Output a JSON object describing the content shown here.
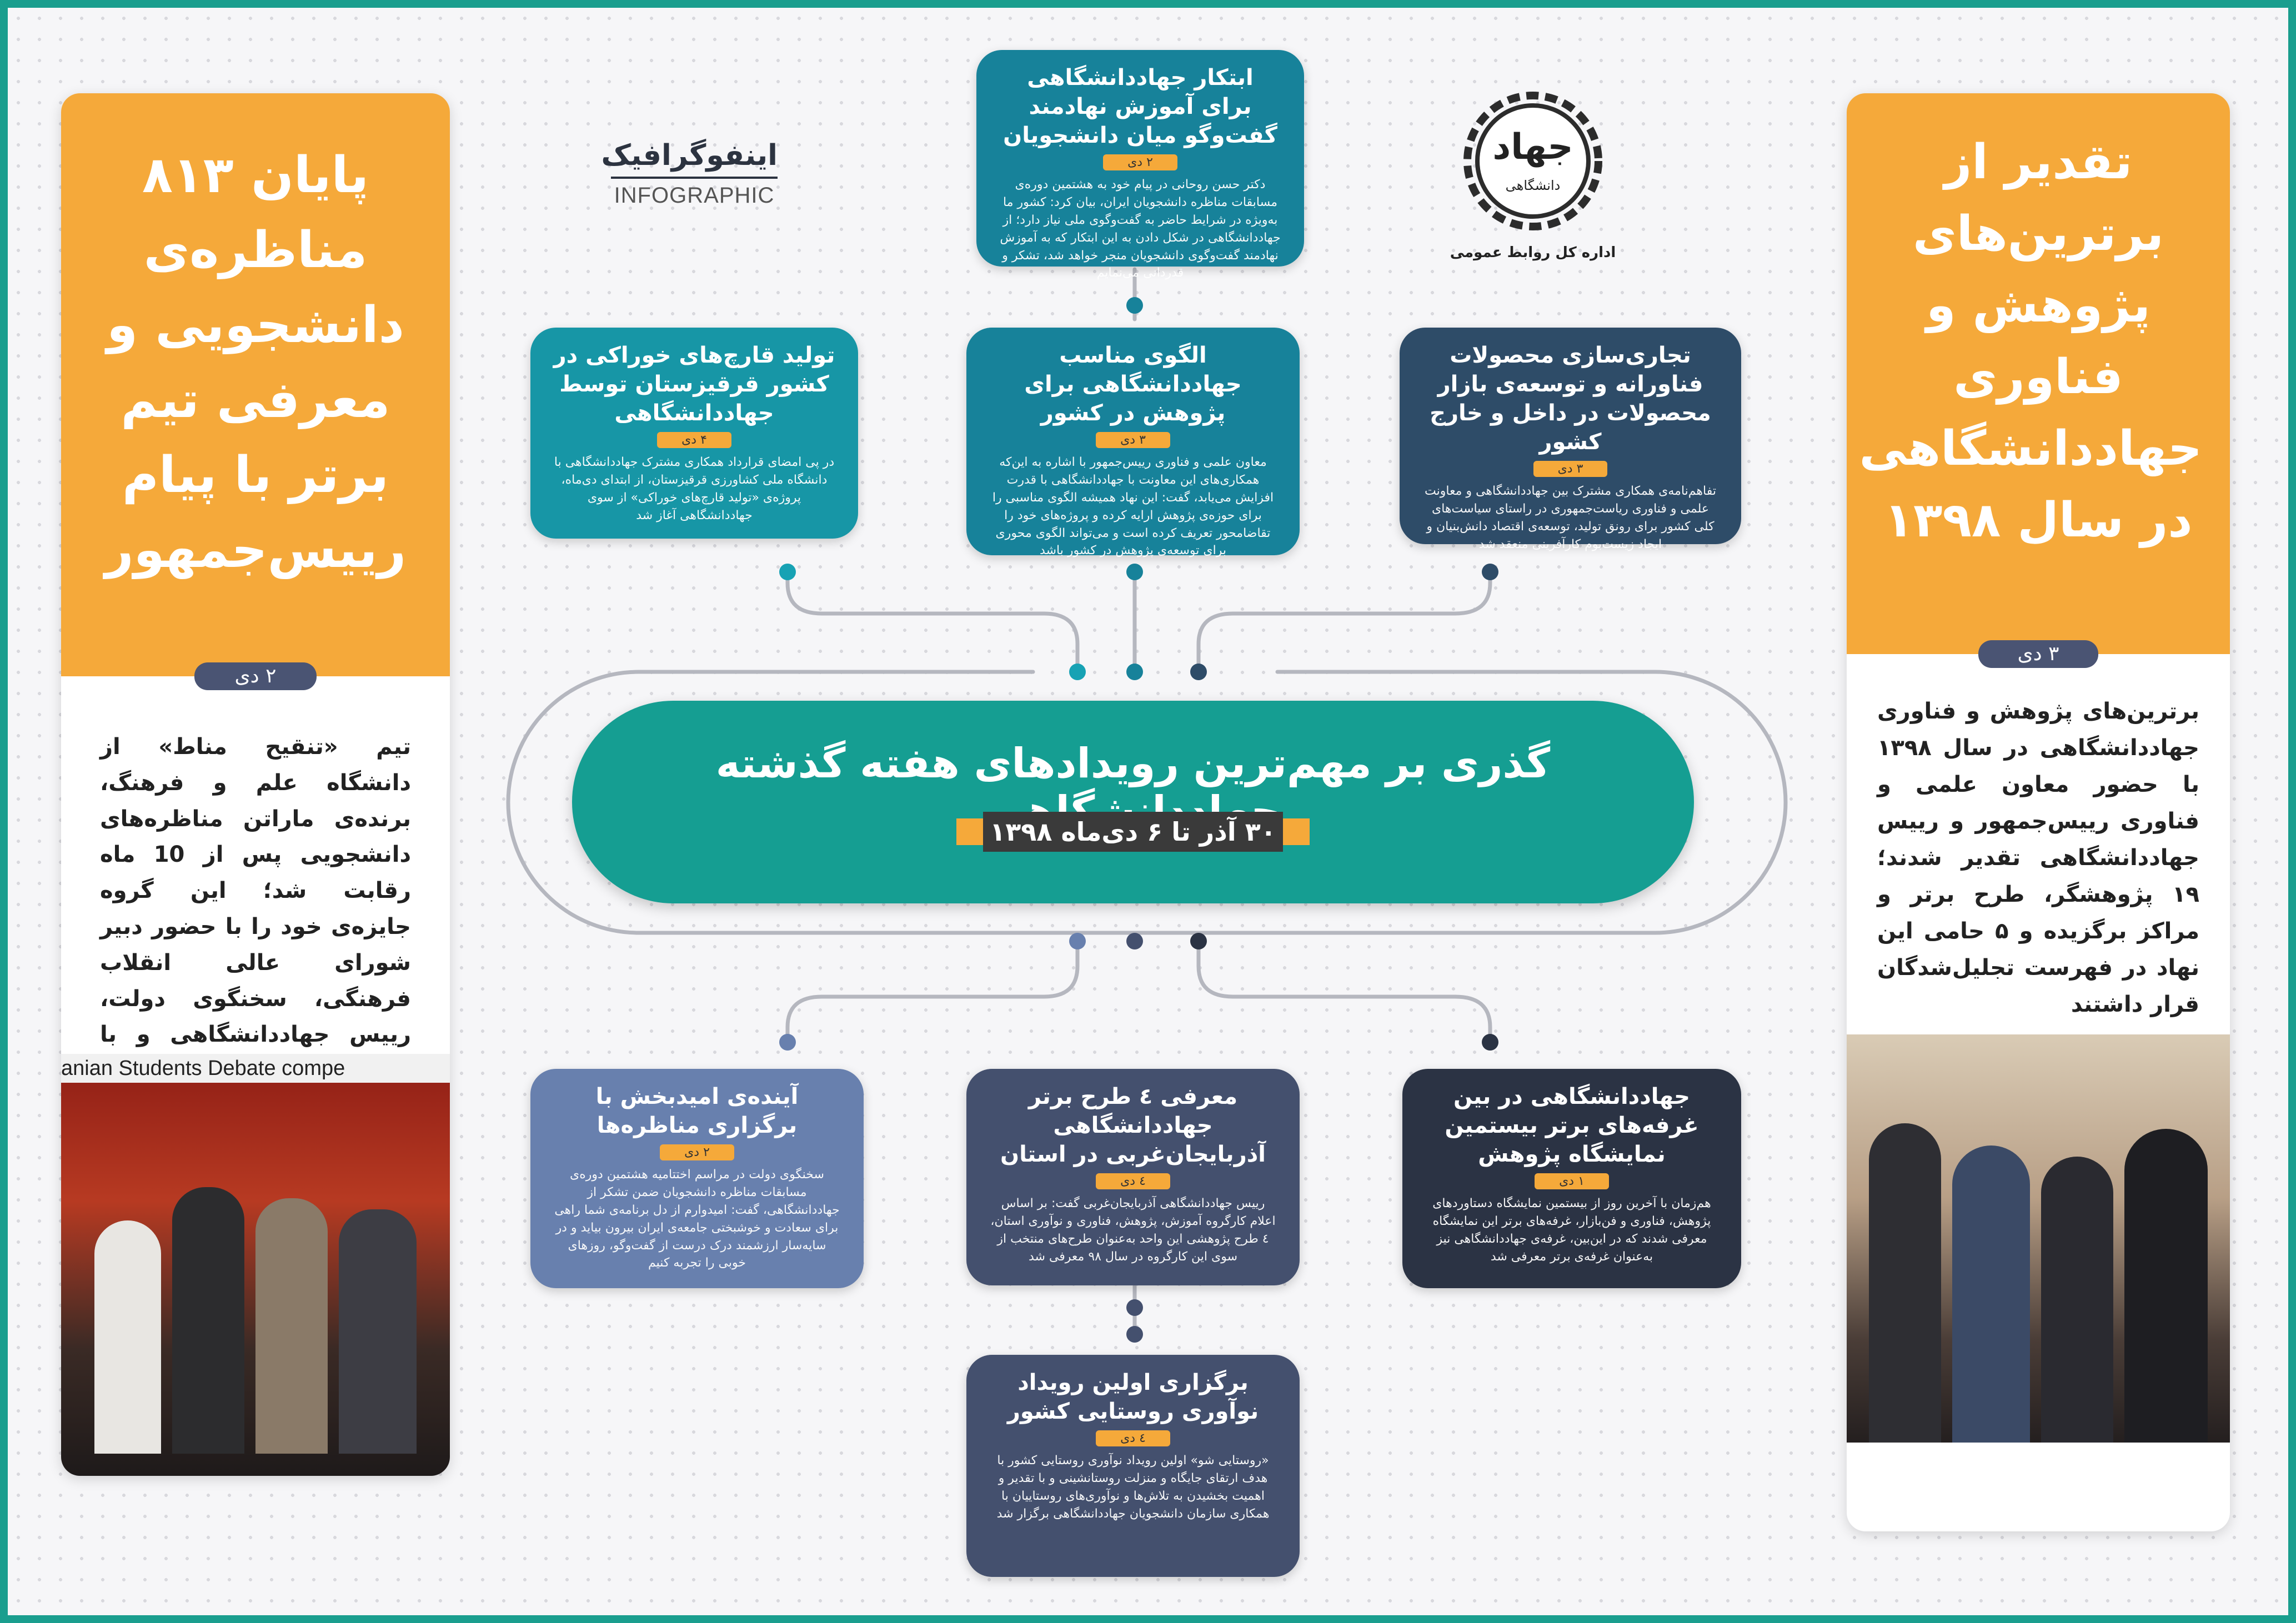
{
  "header": {
    "infographic_fa": "اینفوگرافیک",
    "infographic_en": "INFOGRAPHIC",
    "logo_text": "جهاد",
    "logo_sub": "دانشگاهی",
    "logo_caption": "اداره کل روابط عمومی"
  },
  "center": {
    "title": "گذری بر مهم‌ترین رویدادهای هفته گذشته جهاددانشگاهی",
    "subtitle": "۳۰ آذر تا ۶ دی‌ماه ۱۳۹۸"
  },
  "left_panel": {
    "title": "پایان ۸۱۳ مناظره‌ی دانشجویی و معرفی تیم برتر با پیام رییس‌جمهور",
    "date": "۲ دی",
    "body": "تیم «تنقیح مناط» از دانشگاه علم و فرهنگ، برنده‌ی ماراتن مناظره‌های دانشجویی پس از 10 ماه رقابت شد؛ این گروه جایزه‌ی خود را با حضور دبیر شورای عالی انقلاب فرهنگی، سخنگوی دولت، رییس جهاددانشگاهی و با پیام دکتر حسن روحانی به این مسابقات دریافت کرد",
    "photo_banner": "anian Students Debate compe"
  },
  "right_panel": {
    "title": "تقدیر از برترین‌های پژوهش و فناوری جهاددانشگاهی در سال ۱۳۹۸",
    "date": "۳ دی",
    "body": "برترین‌های پژوهش و فناوری جهاددانشگاهی در سال ۱۳۹۸ با حضور معاون علمی و فناوری رییس‌جمهور و رییس جهاددانشگاهی تقدیر شدند؛ ۱۹ پژوهشگر، طرح برتر و مراکز برگزیده و ۵ حامی این نهاد در فهرست تجلیل‌شدگان قرار داشتند"
  },
  "cards": {
    "top": {
      "title": "ابتکار جهاددانشگاهی برای آموزش نهادمند گفت‌وگو میان دانشجویان",
      "date": "۲ دی",
      "desc": "دکتر حسن روحانی در پیام خود به هشتمین دوره‌ی مسابقات مناظره دانشجویان ایران، بیان کرد: کشور ما به‌ویژه در شرایط حاضر به گفت‌وگوی ملی نیاز دارد؛ از جهاددانشگاهی در شکل دادن به این ابتکار که به آموزش نهادمند گفت‌وگوی دانشجویان منجر خواهد شد، تشکر و قدردانی می‌نمایم"
    },
    "upper_left": {
      "title": "تولید قارچ‌های خوراکی در کشور قرقیزستان توسط جهاددانشگاهی",
      "date": "۴ دی",
      "desc": "در پی امضای قرارداد همکاری مشترک جهاددانشگاهی با دانشگاه ملی کشاورزی قرقیزستان، از ابتدای دی‌ماه، پروژه‌ی «تولید قارچ‌های خوراکی» از سوی جهاددانشگاهی آغاز شد"
    },
    "upper_mid": {
      "title": "الگوی مناسب جهاددانشگاهی برای پژوهش در کشور",
      "date": "۳ دی",
      "desc": "معاون علمی و فناوری رییس‌جمهور با اشاره به این‌که همکاری‌های این معاونت با جهاددانشگاهی با قدرت افزایش می‌یابد، گفت: این نهاد همیشه الگوی مناسبی را برای حوزه‌ی پژوهش ارایه کرده و پروژه‌های خود را تقاضامحور تعریف کرده است و می‌تواند الگوی محوری برای توسعه‌ی پژوهش در کشور باشد"
    },
    "upper_right": {
      "title": "تجاری‌سازی محصولات فناورانه و توسعه‌ی بازار محصولات در داخل و خارج کشور",
      "date": "۳ دی",
      "desc": "تفاهم‌نامه‌ی همکاری مشترک بین جهاددانشگاهی و معاونت علمی و فناوری ریاست‌جمهوری در راستای سیاست‌های کلی کشور برای رونق تولید، توسعه‌ی اقتصاد دانش‌بنیان و ایجاد زیست‌بوم کارآفرینی منعقد شد"
    },
    "lower_left": {
      "title": "آینده‌ی امیدبخش با برگزاری مناظره‌ها",
      "date": "۲ دی",
      "desc": "سخنگوی دولت در مراسم اختتامیه هشتمین دوره‌ی مسابقات مناظره دانشجویان ضمن تشکر از جهاددانشگاهی، گفت: امیدوارم از دل برنامه‌ی شما راهی برای سعادت و خوشبختی جامعه‌ی ایران بیرون بیاید و در سایه‌سار ارزشمند درک درست از گفت‌وگو، روزهای خوبی را تجربه کنیم"
    },
    "lower_mid": {
      "title": "معرفی ٤ طرح برتر جهاددانشگاهی آذربایجان‌غربی در استان",
      "date": "٤ دی",
      "desc": "رییس جهاددانشگاهی آذربایجان‌غربی گفت: بر اساس اعلام کارگروه آموزش، پژوهش، فناوری و نوآوری استان، ٤ طرح پژوهشی این واحد به‌عنوان طرح‌های منتخب از سوی این کارگروه در سال ۹۸ معرفی شد"
    },
    "lower_right": {
      "title": "جهاددانشگاهی در بین غرفه‌های برتر بیستمین نمایشگاه پژوهش",
      "date": "۱ دی",
      "desc": "هم‌زمان با آخرین روز از بیستمین نمایشگاه دستاوردهای پژوهش، فناوری و فن‌بازار، غرفه‌های برتر این نمایشگاه معرفی شدند که در این‌بین، غرفه‌ی جهاددانشگاهی نیز به‌عنوان غرفه‌ی برتر معرفی شد"
    },
    "bottom": {
      "title": "برگزاری اولین رویداد نوآوری روستایی کشور",
      "date": "٤ دی",
      "desc": "«روستایی شو» اولین رویداد نوآوری روستایی کشور با هدف ارتقای جایگاه و منزلت روستانشینی و با تقدیر و اهمیت بخشیدن به تلاش‌ها و نوآوری‌های روستاییان با همکاری سازمان دانشجویان جهاددانشگاهی برگزار شد"
    }
  },
  "colors": {
    "frame": "#1a9e8e",
    "accent_orange": "#f5a93a",
    "center_teal": "#159e92",
    "date_bar": "#3a3a3a"
  }
}
